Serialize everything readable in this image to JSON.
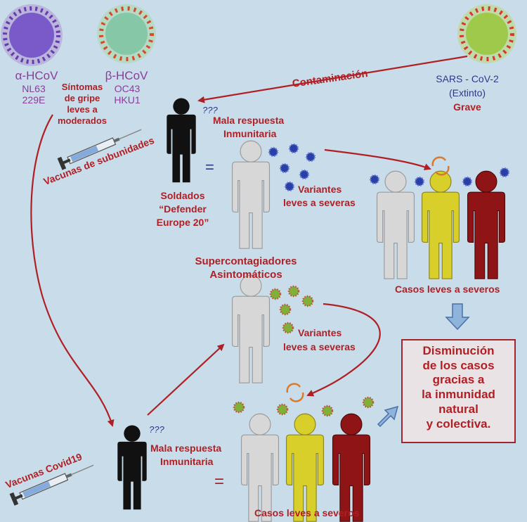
{
  "top_left": {
    "alpha_label": "α-HCoV",
    "alpha_strains": [
      "NL63",
      "229E"
    ],
    "beta_label": "β-HCoV",
    "beta_strains": [
      "OC43",
      "HKU1"
    ],
    "symptoms": [
      "Síntomas",
      "de gripe",
      "leves a",
      "moderados"
    ]
  },
  "top_right": {
    "name": "SARS - CoV-2",
    "status": "(Extinto)",
    "severity": "Grave"
  },
  "arrow_label": "Contaminación",
  "soldier": {
    "question": "???",
    "response": [
      "Mala respuesta",
      "Inmunitaria"
    ],
    "vaccine_label": "Vacunas de subunidades",
    "label": [
      "Soldados",
      "“Defender",
      "Europe 20”"
    ],
    "equals": "="
  },
  "variants_top": [
    "Variantes",
    "leves a severas"
  ],
  "cases_top": "Casos leves a severos",
  "super": [
    "Supercontagiadores",
    "Asintomáticos"
  ],
  "variants_mid": [
    "Variantes",
    "leves a severas"
  ],
  "conclusion": [
    "Disminución",
    "de los casos",
    "gracias a",
    "la inmunidad",
    "natural",
    "y colectiva."
  ],
  "covid": {
    "vaccine_label": "Vacunas Covid19",
    "question": "???",
    "response": [
      "Mala respuesta",
      "Inmunitaria"
    ],
    "equals": "="
  },
  "cases_bottom": "Casos leves a severos",
  "colors": {
    "background": "#c9dcea",
    "accent_red": "#b01f24",
    "person_black": "#111111",
    "person_grey": "#d7d7d7",
    "person_yellow": "#d8cf2a",
    "person_darkred": "#8f1416",
    "virus_blue": "#2a3fa6",
    "virus_green": "#7fb03a",
    "alpha_purple": "#8a3d9a",
    "down_arrow": "#8fb4db"
  }
}
